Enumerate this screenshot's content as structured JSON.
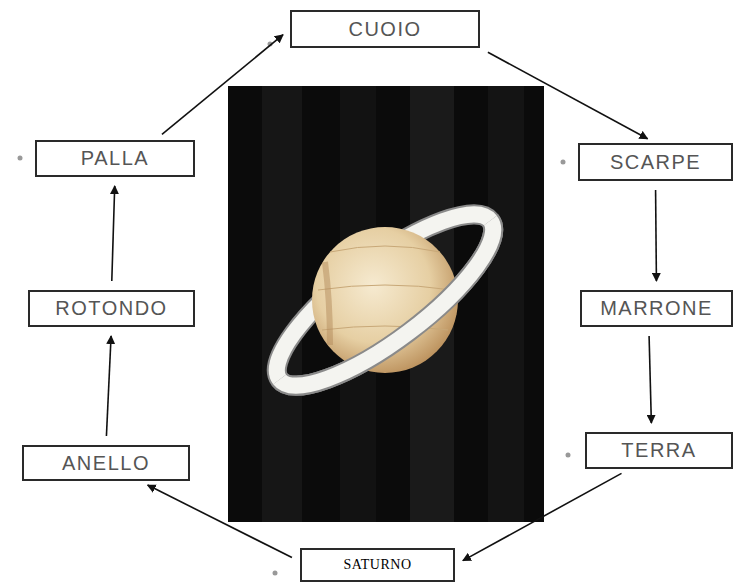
{
  "diagram": {
    "nodes": [
      {
        "text": [
          "CUOIO"
        ]
      },
      {
        "text": [
          "PALLA"
        ]
      },
      {
        "text": [
          "SCARPE"
        ]
      },
      {
        "text": [
          "ROTONDO"
        ]
      },
      {
        "text": [
          "MARRONE"
        ]
      },
      {
        "text": [
          "ANELLO"
        ]
      },
      {
        "text": [
          "TERRA"
        ]
      },
      {
        "text": [
          "SATURNO"
        ]
      }
    ],
    "edges": [
      {
        "from": 0,
        "to": 2,
        "arrow": "to"
      },
      {
        "from": 2,
        "to": 4,
        "arrow": "to"
      },
      {
        "from": 4,
        "to": 6,
        "arrow": "to"
      },
      {
        "from": 6,
        "to": 7,
        "arrow": "to"
      },
      {
        "from": 7,
        "to": 5,
        "arrow": "to"
      },
      {
        "from": 5,
        "to": 3,
        "arrow": "to"
      },
      {
        "from": 3,
        "to": 1,
        "arrow": "to"
      },
      {
        "from": 1,
        "to": 0,
        "arrow": "to"
      }
    ]
  }
}
